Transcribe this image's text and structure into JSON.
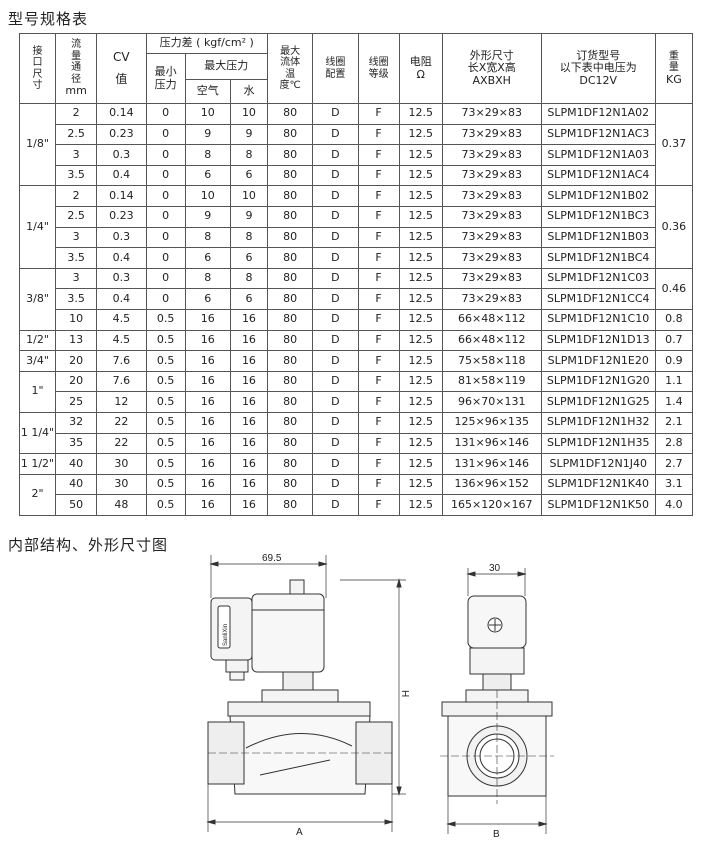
{
  "title": "型号规格表",
  "section2_title": "内部结构、外形尺寸图",
  "headers": {
    "port_size": "接口尺寸",
    "flow_dia": "流量通径",
    "flow_dia_unit": "mm",
    "cv": "CV",
    "cv_sub": "值",
    "pressure_diff": "压力差 ( kgf/cm² )",
    "min_pressure": "最小压力",
    "max_pressure": "最大压力",
    "air": "空气",
    "water": "水",
    "max_temp": "最大流体温度℃",
    "coil_config": "线圈配置",
    "coil_grade": "线圈等级",
    "resistance": "电阻",
    "resistance_unit": "Ω",
    "dimensions": "外形尺寸",
    "dimensions_sub": "长X宽X高",
    "dimensions_sub2": "AXBXH",
    "order_no": "订货型号",
    "order_no_sub": "以下表中电压为",
    "order_no_sub2": "DC12V",
    "weight": "重量",
    "weight_unit": "KG"
  },
  "groups": [
    {
      "size": "1/8\"",
      "rows": [
        {
          "dia": "2",
          "cv": "0.14",
          "min": "0",
          "air": "10",
          "water": "10",
          "temp": "80",
          "cfg": "D",
          "grade": "F",
          "res": "12.5",
          "dim": "73×29×83",
          "model": "SLPM1DF12N1A02"
        },
        {
          "dia": "2.5",
          "cv": "0.23",
          "min": "0",
          "air": "9",
          "water": "9",
          "temp": "80",
          "cfg": "D",
          "grade": "F",
          "res": "12.5",
          "dim": "73×29×83",
          "model": "SLPM1DF12N1AC3"
        },
        {
          "dia": "3",
          "cv": "0.3",
          "min": "0",
          "air": "8",
          "water": "8",
          "temp": "80",
          "cfg": "D",
          "grade": "F",
          "res": "12.5",
          "dim": "73×29×83",
          "model": "SLPM1DF12N1A03"
        },
        {
          "dia": "3.5",
          "cv": "0.4",
          "min": "0",
          "air": "6",
          "water": "6",
          "temp": "80",
          "cfg": "D",
          "grade": "F",
          "res": "12.5",
          "dim": "73×29×83",
          "model": "SLPM1DF12N1AC4"
        }
      ],
      "weights": [
        {
          "value": "0.37",
          "span": 4
        }
      ]
    },
    {
      "size": "1/4\"",
      "rows": [
        {
          "dia": "2",
          "cv": "0.14",
          "min": "0",
          "air": "10",
          "water": "10",
          "temp": "80",
          "cfg": "D",
          "grade": "F",
          "res": "12.5",
          "dim": "73×29×83",
          "model": "SLPM1DF12N1B02"
        },
        {
          "dia": "2.5",
          "cv": "0.23",
          "min": "0",
          "air": "9",
          "water": "9",
          "temp": "80",
          "cfg": "D",
          "grade": "F",
          "res": "12.5",
          "dim": "73×29×83",
          "model": "SLPM1DF12N1BC3"
        },
        {
          "dia": "3",
          "cv": "0.3",
          "min": "0",
          "air": "8",
          "water": "8",
          "temp": "80",
          "cfg": "D",
          "grade": "F",
          "res": "12.5",
          "dim": "73×29×83",
          "model": "SLPM1DF12N1B03"
        },
        {
          "dia": "3.5",
          "cv": "0.4",
          "min": "0",
          "air": "6",
          "water": "6",
          "temp": "80",
          "cfg": "D",
          "grade": "F",
          "res": "12.5",
          "dim": "73×29×83",
          "model": "SLPM1DF12N1BC4"
        }
      ],
      "weights": [
        {
          "value": "0.36",
          "span": 4
        }
      ]
    },
    {
      "size": "3/8\"",
      "rows": [
        {
          "dia": "3",
          "cv": "0.3",
          "min": "0",
          "air": "8",
          "water": "8",
          "temp": "80",
          "cfg": "D",
          "grade": "F",
          "res": "12.5",
          "dim": "73×29×83",
          "model": "SLPM1DF12N1C03"
        },
        {
          "dia": "3.5",
          "cv": "0.4",
          "min": "0",
          "air": "6",
          "water": "6",
          "temp": "80",
          "cfg": "D",
          "grade": "F",
          "res": "12.5",
          "dim": "73×29×83",
          "model": "SLPM1DF12N1CC4"
        },
        {
          "dia": "10",
          "cv": "4.5",
          "min": "0.5",
          "air": "16",
          "water": "16",
          "temp": "80",
          "cfg": "D",
          "grade": "F",
          "res": "12.5",
          "dim": "66×48×112",
          "model": "SLPM1DF12N1C10"
        }
      ],
      "weights": [
        {
          "value": "0.46",
          "span": 2
        },
        {
          "value": "0.8",
          "span": 1
        }
      ]
    },
    {
      "size": "1/2\"",
      "rows": [
        {
          "dia": "13",
          "cv": "4.5",
          "min": "0.5",
          "air": "16",
          "water": "16",
          "temp": "80",
          "cfg": "D",
          "grade": "F",
          "res": "12.5",
          "dim": "66×48×112",
          "model": "SLPM1DF12N1D13"
        }
      ],
      "weights": [
        {
          "value": "0.7",
          "span": 1
        }
      ]
    },
    {
      "size": "3/4\"",
      "rows": [
        {
          "dia": "20",
          "cv": "7.6",
          "min": "0.5",
          "air": "16",
          "water": "16",
          "temp": "80",
          "cfg": "D",
          "grade": "F",
          "res": "12.5",
          "dim": "75×58×118",
          "model": "SLPM1DF12N1E20"
        }
      ],
      "weights": [
        {
          "value": "0.9",
          "span": 1
        }
      ]
    },
    {
      "size": "1\"",
      "rows": [
        {
          "dia": "20",
          "cv": "7.6",
          "min": "0.5",
          "air": "16",
          "water": "16",
          "temp": "80",
          "cfg": "D",
          "grade": "F",
          "res": "12.5",
          "dim": "81×58×119",
          "model": "SLPM1DF12N1G20"
        },
        {
          "dia": "25",
          "cv": "12",
          "min": "0.5",
          "air": "16",
          "water": "16",
          "temp": "80",
          "cfg": "D",
          "grade": "F",
          "res": "12.5",
          "dim": "96×70×131",
          "model": "SLPM1DF12N1G25"
        }
      ],
      "weights": [
        {
          "value": "1.1",
          "span": 1
        },
        {
          "value": "1.4",
          "span": 1
        }
      ]
    },
    {
      "size": "1 1/4\"",
      "rows": [
        {
          "dia": "32",
          "cv": "22",
          "min": "0.5",
          "air": "16",
          "water": "16",
          "temp": "80",
          "cfg": "D",
          "grade": "F",
          "res": "12.5",
          "dim": "125×96×135",
          "model": "SLPM1DF12N1H32"
        },
        {
          "dia": "35",
          "cv": "22",
          "min": "0.5",
          "air": "16",
          "water": "16",
          "temp": "80",
          "cfg": "D",
          "grade": "F",
          "res": "12.5",
          "dim": "131×96×146",
          "model": "SLPM1DF12N1H35"
        }
      ],
      "weights": [
        {
          "value": "2.1",
          "span": 1
        },
        {
          "value": "2.8",
          "span": 1
        }
      ]
    },
    {
      "size": "1 1/2\"",
      "rows": [
        {
          "dia": "40",
          "cv": "30",
          "min": "0.5",
          "air": "16",
          "water": "16",
          "temp": "80",
          "cfg": "D",
          "grade": "F",
          "res": "12.5",
          "dim": "131×96×146",
          "model": "SLPM1DF12N1J40"
        }
      ],
      "weights": [
        {
          "value": "2.7",
          "span": 1
        }
      ]
    },
    {
      "size": "2\"",
      "rows": [
        {
          "dia": "40",
          "cv": "30",
          "min": "0.5",
          "air": "16",
          "water": "16",
          "temp": "80",
          "cfg": "D",
          "grade": "F",
          "res": "12.5",
          "dim": "136×96×152",
          "model": "SLPM1DF12N1K40"
        },
        {
          "dia": "50",
          "cv": "48",
          "min": "0.5",
          "air": "16",
          "water": "16",
          "temp": "80",
          "cfg": "D",
          "grade": "F",
          "res": "12.5",
          "dim": "165×120×167",
          "model": "SLPM1DF12N1K50"
        }
      ],
      "weights": [
        {
          "value": "3.1",
          "span": 1
        },
        {
          "value": "4.0",
          "span": 1
        }
      ]
    }
  ],
  "drawing": {
    "dim_width": "69.5",
    "dim_side": "30",
    "label_a": "A",
    "label_b": "B",
    "label_h": "H",
    "coil_brand": "SanliXin"
  }
}
